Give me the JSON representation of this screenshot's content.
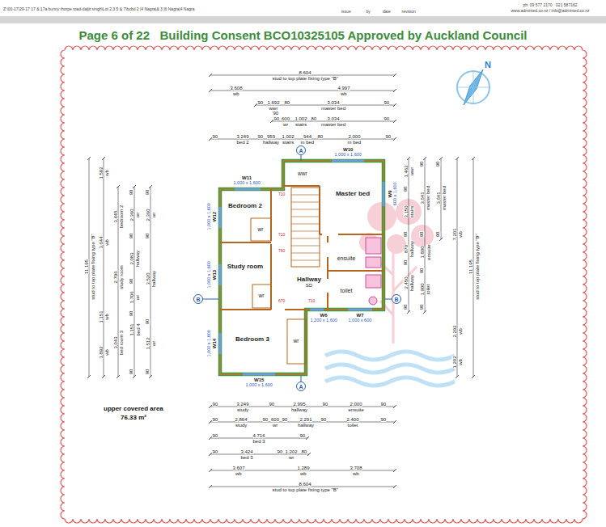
{
  "diagram": {
    "title": "Page 6 of 22   Building Consent BCO10325105 Approved by Auckland Council",
    "nodes": [
      {
        "text": [
          "Master bed"
        ]
      },
      {
        "text": [
          "Bedroom 2"
        ]
      },
      {
        "text": [
          "Study room"
        ]
      },
      {
        "text": [
          "Hallway",
          "SD"
        ]
      },
      {
        "text": [
          "Bedroom 3"
        ]
      },
      {
        "text": [
          "ensuite"
        ]
      },
      {
        "text": [
          "toilet"
        ]
      }
    ],
    "labels": [
      "Z:\\00-17\\29-17 17 & 17a bunny thorpe road-daljit singh\\Lot 2,3,5 & 7\\bcbd 2 |4 Nagra|& 3 |6 Nagra|4 Nagra",
      "issue",
      "by",
      "date",
      "revision",
      "ph: 09 577 2170 · 021 587162",
      "www.adminted.co.nz / info@adminted.co.nz",
      "8,604",
      "stud to top plate fixing type \"B\"",
      "3,608",
      "wb",
      "4,997",
      "wb",
      "90",
      "1,692",
      "wwr",
      "80",
      "3,034",
      "master bed",
      "90",
      "90",
      "90",
      "600",
      "1,002",
      "80",
      "3,034",
      "90",
      "wr",
      "stairs",
      "master bed",
      "90",
      "3,249",
      "90",
      "959",
      "1,002",
      "944",
      "80",
      "2,000",
      "90",
      "bed 2",
      "hallway",
      "stairs",
      "m bed",
      "m bed",
      "A",
      "W10",
      "1,000 x 1,600",
      "W11",
      "1,000 x 1,600",
      "W12",
      "1,000 x 1,600",
      "W13",
      "1,000 x 1,600",
      "W14",
      "1,000 x 1,600",
      "W15",
      "1,000 x 1,600",
      "W9",
      "600 x 1,600",
      "W6",
      "1,200 x 1,600",
      "W7",
      "1,000 x 600",
      "B",
      "B",
      "A",
      "710",
      "710",
      "760",
      "670",
      "710",
      "wwr",
      "wr",
      "wr",
      "wr",
      "upper covered area",
      "76.33 m²",
      "90",
      "3,249",
      "study",
      "90",
      "2,995",
      "hallway",
      "90",
      "2,000",
      "ensuite",
      "90",
      "90",
      "2,864",
      "study",
      "90",
      "600",
      "wr",
      "90",
      "2,291",
      "hallway",
      "90",
      "2,400",
      "toilet",
      "90",
      "90",
      "4,716",
      "bed 3",
      "90",
      "90",
      "3,424",
      "bed 3",
      "90",
      "1,202",
      "wr",
      "80",
      "3,607",
      "wb",
      "1,289",
      "wb",
      "3,708",
      "wb",
      "8,604",
      "stud to top plate fixing type \"B\"",
      "11,195",
      "stud to top plate fixing type \"B\"",
      "1,502",
      "wb",
      "3,644",
      "wb",
      "1,151",
      "wb",
      "1,892",
      "wb",
      "3,445",
      "bedroom 2",
      "2,796",
      "study room",
      "3,043",
      "bed room 3",
      "90",
      "2,360",
      "wr",
      "90",
      "2,083",
      "hallway",
      "90",
      "1,706",
      "wr",
      "90",
      "1,151",
      "bed 4",
      "90",
      "90",
      "2,360",
      "wr",
      "90",
      "3,520",
      "hallway",
      "90",
      "1,512",
      "wr",
      "90",
      "1,462",
      "wwr",
      "90",
      "3,150",
      "stairs",
      "90",
      "870",
      "hallway",
      "90",
      "2,450",
      "hallway",
      "90",
      "90",
      "3,641",
      "master bed",
      "90",
      "1,800",
      "ensuite",
      "90",
      "1,900",
      "toilet",
      "90",
      "90",
      "3,641",
      "master bed",
      "90",
      "7,201",
      "wb",
      "2,292",
      "wb",
      "1,202",
      "wb",
      "11,195",
      "stud to top plate fixing type \"B\"",
      "N"
    ]
  }
}
